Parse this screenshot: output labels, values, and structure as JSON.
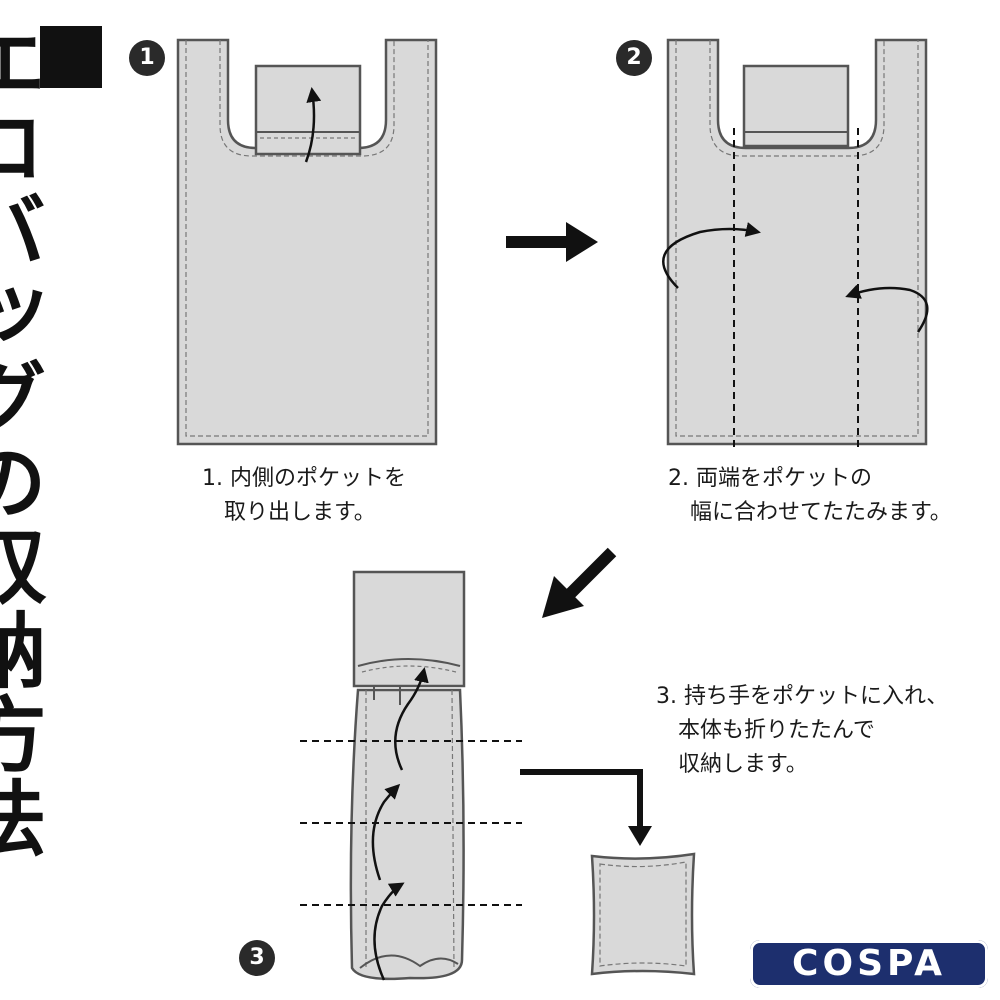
{
  "title": "エコバッグの収納方法",
  "steps": [
    {
      "badge": "1",
      "caption": "1. 内側のポケットを\n　取り出します。"
    },
    {
      "badge": "2",
      "caption": "2. 両端をポケットの\n　幅に合わせてたたみます。"
    },
    {
      "badge": "3",
      "caption": "3. 持ち手をポケットに入れ、\n　本体も折りたたんで\n　収納します。"
    }
  ],
  "brand": "COSPA",
  "colors": {
    "bag_fill": "#d9d9d9",
    "outline": "#555555",
    "arrow": "#111111",
    "brand_bg": "#1d2f6e"
  }
}
